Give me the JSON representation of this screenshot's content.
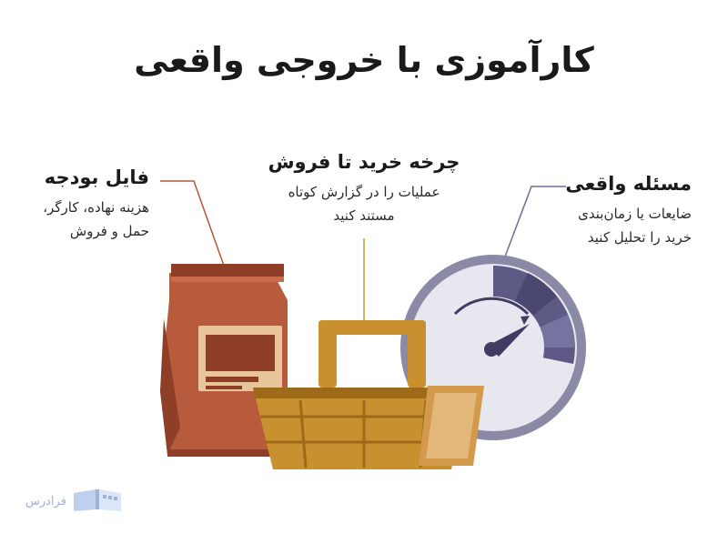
{
  "title": "کارآموزی با خروجی واقعی",
  "callouts": {
    "budget": {
      "heading": "فایل بودجه",
      "desc_line1": "هزینه نهاده، کارگر،",
      "desc_line2": "حمل و فروش"
    },
    "cycle": {
      "heading": "چرخه خرید تا فروش",
      "desc_line1": "عملیات را در گزارش کوتاه",
      "desc_line2": "مستند کنید"
    },
    "problem": {
      "heading": "مسئله واقعی",
      "desc_line1": "ضایعات یا زمان‌بندی",
      "desc_line2": "خرید را تحلیل کنید"
    }
  },
  "illustrations": [
    "feed-bag",
    "wooden-crate",
    "gauge-dial"
  ],
  "logo": {
    "text": "فرادرس",
    "icon": "open-book-icon"
  },
  "colors": {
    "bag": "#b85a3c",
    "bag_dark": "#8f3f28",
    "crate": "#c8902e",
    "crate_dark": "#9c6a18",
    "gauge_rim": "#8a8aa6",
    "gauge_face": "#e7e7ef",
    "gauge_band": "#5d5b86",
    "connector_budget": "#b3563a",
    "connector_cycle": "#c89a2e",
    "connector_problem": "#6e6c94"
  }
}
